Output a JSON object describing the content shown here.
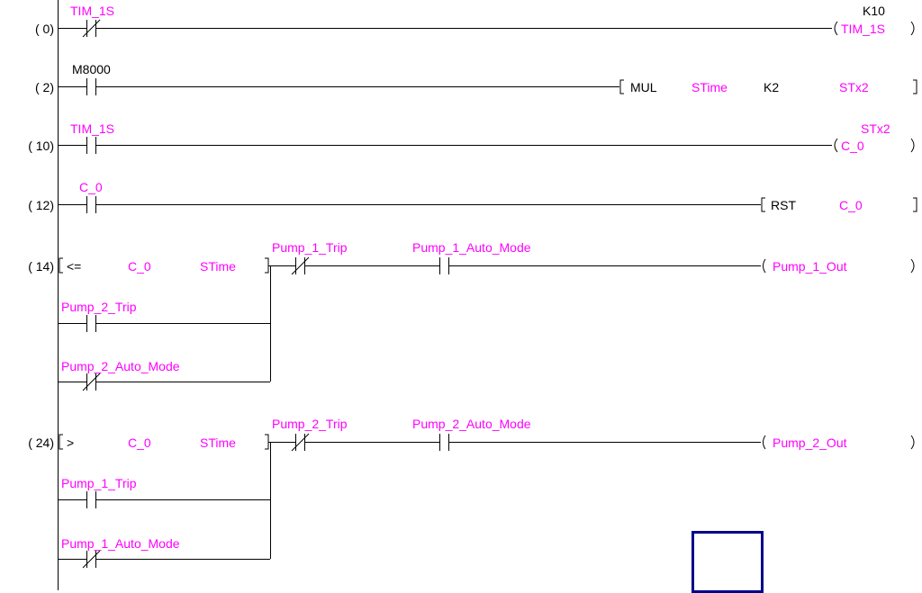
{
  "colors": {
    "rail": "#000000",
    "device_label": "#ff00ff",
    "instruction": "#000000",
    "cursor": "#00008b"
  },
  "rungs": [
    {
      "step": "(   0)",
      "contacts": [
        {
          "device": "TIM_1S",
          "type": "nc"
        }
      ],
      "coil": {
        "device": "TIM_1S",
        "setting": "K10"
      }
    },
    {
      "step": "(   2)",
      "contacts": [
        {
          "device": "M8000",
          "type": "no"
        }
      ],
      "instruction": {
        "op": "MUL",
        "s1": "STime",
        "s2": "K2",
        "d": "STx2"
      }
    },
    {
      "step": "(  10)",
      "contacts": [
        {
          "device": "TIM_1S",
          "type": "no"
        }
      ],
      "coil": {
        "device": "C_0",
        "setting": "STx2"
      }
    },
    {
      "step": "(  12)",
      "contacts": [
        {
          "device": "C_0",
          "type": "no"
        }
      ],
      "instruction": {
        "op": "RST",
        "d": "C_0"
      }
    },
    {
      "step": "(  14)",
      "compare": {
        "op": "<=",
        "s1": "C_0",
        "s2": "STime"
      },
      "contacts": [
        {
          "device": "Pump_1_Trip",
          "type": "nc"
        },
        {
          "device": "Pump_1_Auto_Mode",
          "type": "no"
        }
      ],
      "branches": [
        {
          "device": "Pump_2_Trip",
          "type": "no"
        },
        {
          "device": "Pump_2_Auto_Mode",
          "type": "nc"
        }
      ],
      "coil": {
        "device": "Pump_1_Out"
      }
    },
    {
      "step": "(  24)",
      "compare": {
        "op": ">",
        "s1": "C_0",
        "s2": "STime"
      },
      "contacts": [
        {
          "device": "Pump_2_Trip",
          "type": "nc"
        },
        {
          "device": "Pump_2_Auto_Mode",
          "type": "no"
        }
      ],
      "branches": [
        {
          "device": "Pump_1_Trip",
          "type": "no"
        },
        {
          "device": "Pump_1_Auto_Mode",
          "type": "nc"
        }
      ],
      "coil": {
        "device": "Pump_2_Out"
      }
    }
  ]
}
